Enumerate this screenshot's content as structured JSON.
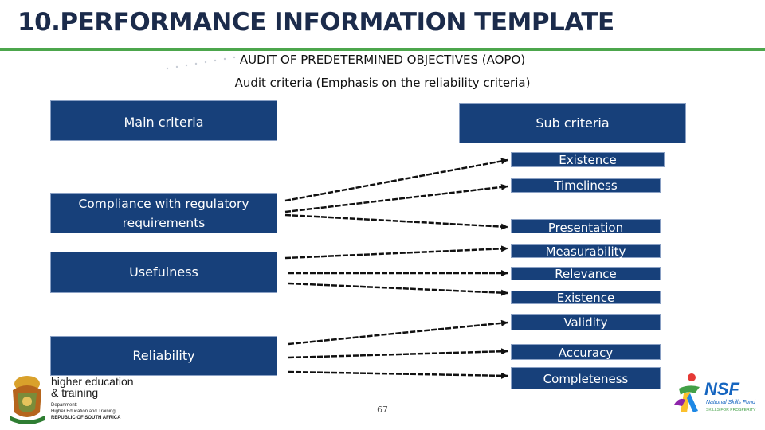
{
  "header": {
    "title": "10.PERFORMANCE INFORMATION TEMPLATE",
    "subtitle_1": "AUDIT OF PREDETERMINED OBJECTIVES (AOPO)",
    "subtitle_2": "Audit criteria (Emphasis on the reliability criteria)"
  },
  "diagram": {
    "main_header": "Main criteria",
    "sub_header": "Sub criteria",
    "main_criteria": [
      {
        "label": "Compliance with regulatory requirements"
      },
      {
        "label": "Usefulness"
      },
      {
        "label": "Reliability"
      }
    ],
    "sub_criteria": [
      {
        "label": "Existence"
      },
      {
        "label": "Timeliness"
      },
      {
        "label": "Presentation"
      },
      {
        "label": "Measurability"
      },
      {
        "label": "Relevance"
      },
      {
        "label": "Existence"
      },
      {
        "label": "Validity"
      },
      {
        "label": "Accuracy"
      },
      {
        "label": "Completeness"
      }
    ]
  },
  "footer": {
    "page_number": "67",
    "left_logo": {
      "line_1": "higher education",
      "line_2": "& training",
      "line_3": "Department:",
      "line_4": "Higher Education and Training",
      "line_5": "REPUBLIC OF SOUTH AFRICA"
    },
    "right_logo": {
      "name": "NSF",
      "line_1": "National Skills Fund",
      "line_2": "SKILLS FOR PROSPERITY"
    }
  },
  "colors": {
    "box_fill": "#17407a",
    "accent_green": "#4ca64c",
    "title_color": "#1b2b4b"
  }
}
